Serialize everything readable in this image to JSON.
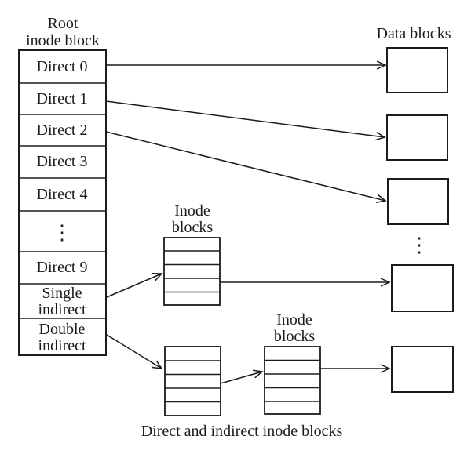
{
  "page": {
    "background": "#ffffff",
    "ink_color": "#1b1b1b"
  },
  "root_inode_block": {
    "title": [
      "Root",
      "inode block"
    ],
    "cells": [
      {
        "label": "Direct 0"
      },
      {
        "label": "Direct 1"
      },
      {
        "label": "Direct 2"
      },
      {
        "label": "Direct 3"
      },
      {
        "label": "Direct 4"
      },
      {
        "label": "⋮"
      },
      {
        "label": "Direct 9"
      },
      {
        "label": "Single",
        "label2": "indirect"
      },
      {
        "label": "Double",
        "label2": "indirect"
      }
    ]
  },
  "data_blocks": {
    "title": "Data blocks",
    "ellipsis": "⋮",
    "count": 5
  },
  "inode_blocks": {
    "single_indirect_label": [
      "Inode",
      "blocks"
    ],
    "double_indirect_label": [
      "Inode",
      "blocks"
    ],
    "rows_per_block": 5
  },
  "caption": "Direct and indirect inode blocks"
}
